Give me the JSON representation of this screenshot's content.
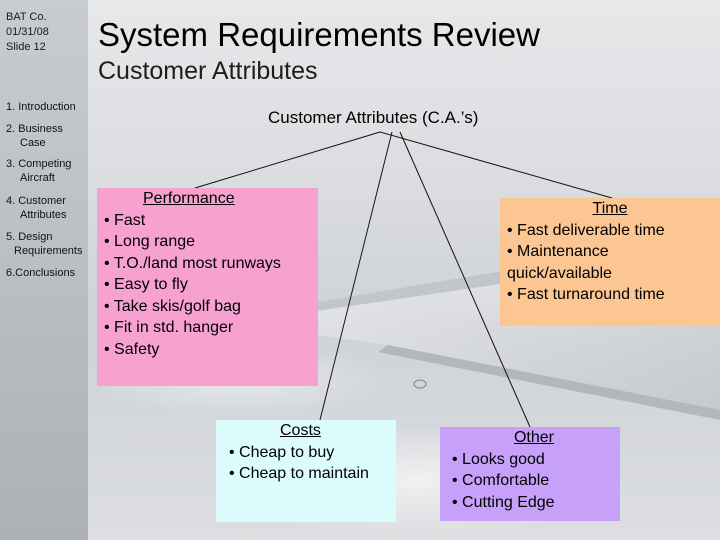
{
  "slide_meta": {
    "company": "BAT Co.",
    "date": "01/31/08",
    "slide": "Slide 12"
  },
  "title": "System Requirements Review",
  "subtitle": "Customer Attributes",
  "nav": [
    {
      "line1": "1. Introduction",
      "line2": ""
    },
    {
      "line1": "2. Business",
      "line2": "Case"
    },
    {
      "line1": "3. Competing",
      "line2": "Aircraft"
    },
    {
      "line1": "4. Customer",
      "line2": "Attributes"
    },
    {
      "line1": "5. Design",
      "line2": "Requirements"
    },
    {
      "line1": "6.Conclusions",
      "line2": ""
    }
  ],
  "tree": {
    "root": "Customer Attributes (C.A.’s)",
    "performance": {
      "title": "Performance",
      "items": [
        "• Fast",
        "• Long range",
        "• T.O./land most runways",
        "• Easy to fly",
        "• Take skis/golf bag",
        "• Fit in std. hanger",
        "• Safety"
      ]
    },
    "time": {
      "title": "Time",
      "items": [
        "• Fast deliverable time",
        "• Maintenance",
        "quick/available",
        "• Fast turnaround time"
      ]
    },
    "costs": {
      "title": "Costs",
      "items": [
        "• Cheap to buy",
        "• Cheap to maintain"
      ]
    },
    "other": {
      "title": "Other",
      "items": [
        "• Looks good",
        "• Comfortable",
        "• Cutting Edge"
      ]
    }
  },
  "colors": {
    "performance": "#f7a1d0",
    "time": "#fcc693",
    "costs": "#dcfbfd",
    "other": "#c7a0fa",
    "sidebar": "#bfc2c5"
  }
}
